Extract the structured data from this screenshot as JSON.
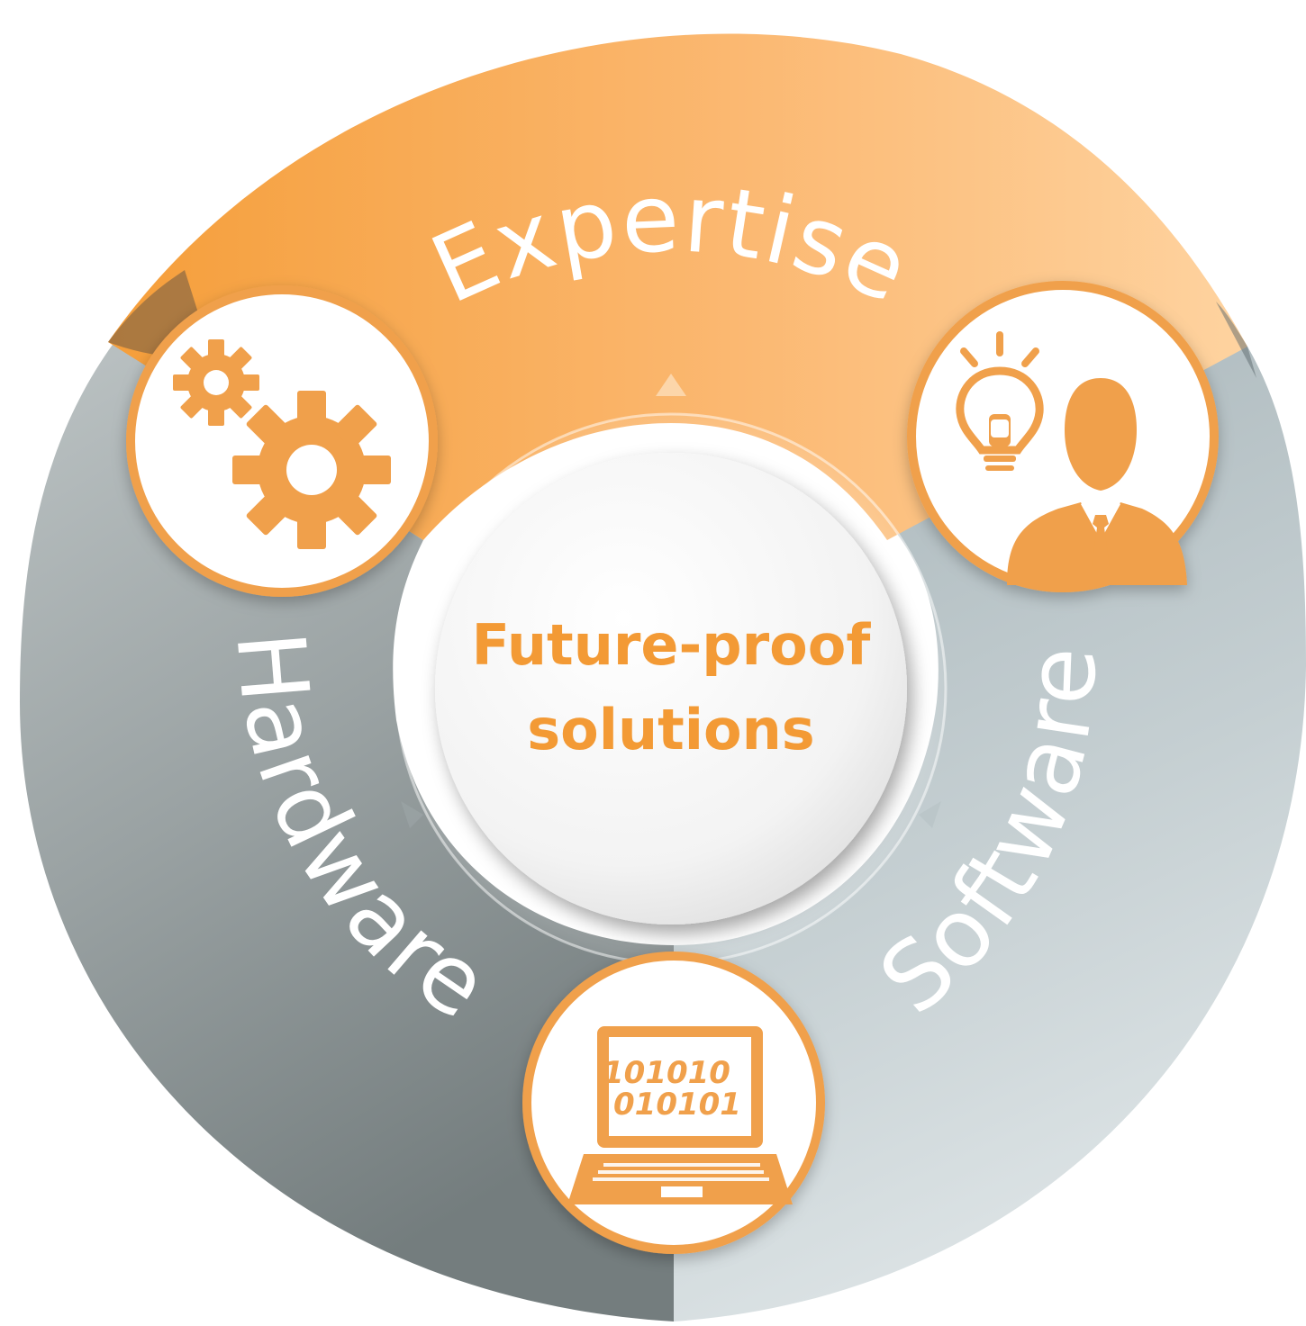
{
  "diagram": {
    "segments": [
      {
        "id": "expertise",
        "label": "Expertise",
        "icon": "idea-person-icon"
      },
      {
        "id": "software",
        "label": "Software",
        "icon": "laptop-binary-icon"
      },
      {
        "id": "hardware",
        "label": "Hardware",
        "icon": "gears-icon"
      }
    ],
    "center": {
      "line1": "Future-proof",
      "line2": "solutions"
    },
    "binary_lines": [
      "101010",
      "010101"
    ],
    "colors": {
      "accent": "#F0A04B",
      "accent_light": "#FECD95",
      "hardware_gray": "#8A9394",
      "software_gray": "#C6D0D3",
      "white": "#FFFFFF"
    }
  }
}
